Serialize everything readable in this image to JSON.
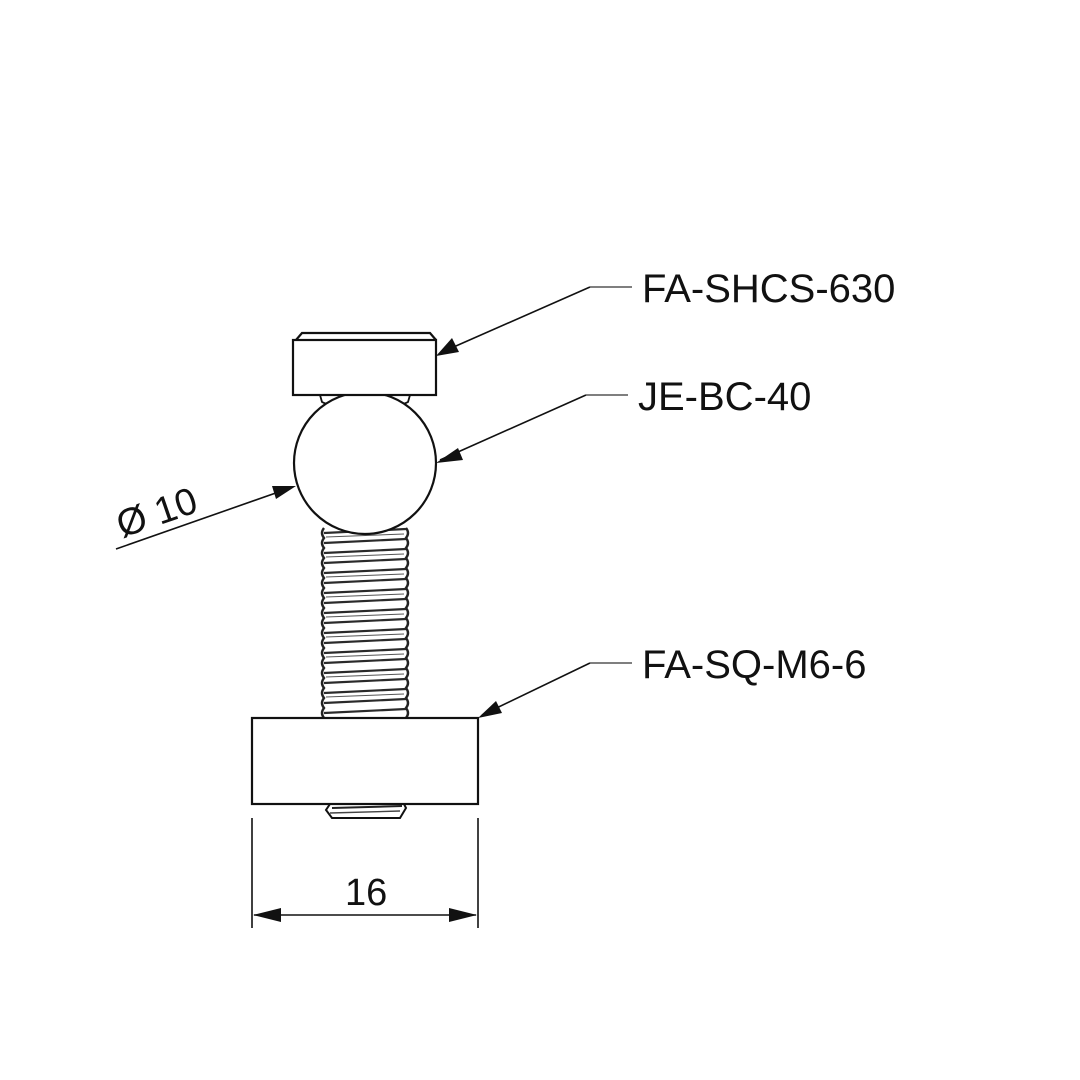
{
  "drawing": {
    "type": "technical assembly drawing",
    "background": "#ffffff",
    "line_color": "#111111"
  },
  "callouts": [
    {
      "id": "head",
      "part": "FA-SHCS-630",
      "label": "FA-SHCS-630"
    },
    {
      "id": "ball",
      "part": "JE-BC-40",
      "label": "JE-BC-40"
    },
    {
      "id": "nut",
      "part": "FA-SQ-M6-6",
      "label": "FA-SQ-M6-6"
    }
  ],
  "dimensions": {
    "ball_diameter": {
      "symbol": "Ø",
      "value": "10",
      "label": "Ø 10"
    },
    "base_width": {
      "value": "16",
      "label": "16"
    }
  }
}
